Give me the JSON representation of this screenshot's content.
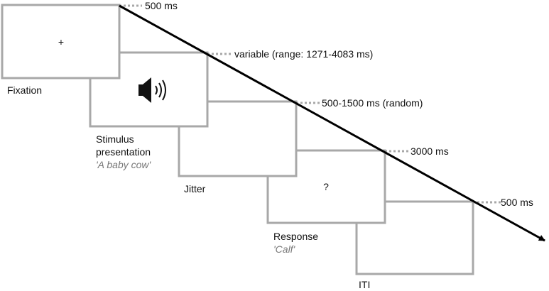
{
  "colors": {
    "frame_stroke": "#a8a8a8",
    "timing_dots": "#a8a8a8",
    "arrow": "#000000",
    "text": "#111111",
    "subtext": "#777777"
  },
  "frames": [
    {
      "id": "fixation",
      "label": "Fixation",
      "symbol": "+",
      "timing": "500 ms"
    },
    {
      "id": "stimulus",
      "label_lines": [
        "Stimulus",
        "presentation"
      ],
      "sublabel": "'A baby cow'",
      "icon": "speaker-icon",
      "timing": "variable (range: 1271-4083 ms)"
    },
    {
      "id": "jitter",
      "label": "Jitter",
      "timing": "500-1500 ms (random)"
    },
    {
      "id": "response",
      "label": "Response",
      "symbol": "?",
      "sublabel": "'Calf'",
      "timing": "3000 ms"
    },
    {
      "id": "iti",
      "label": "ITI",
      "timing": "500 ms"
    }
  ]
}
